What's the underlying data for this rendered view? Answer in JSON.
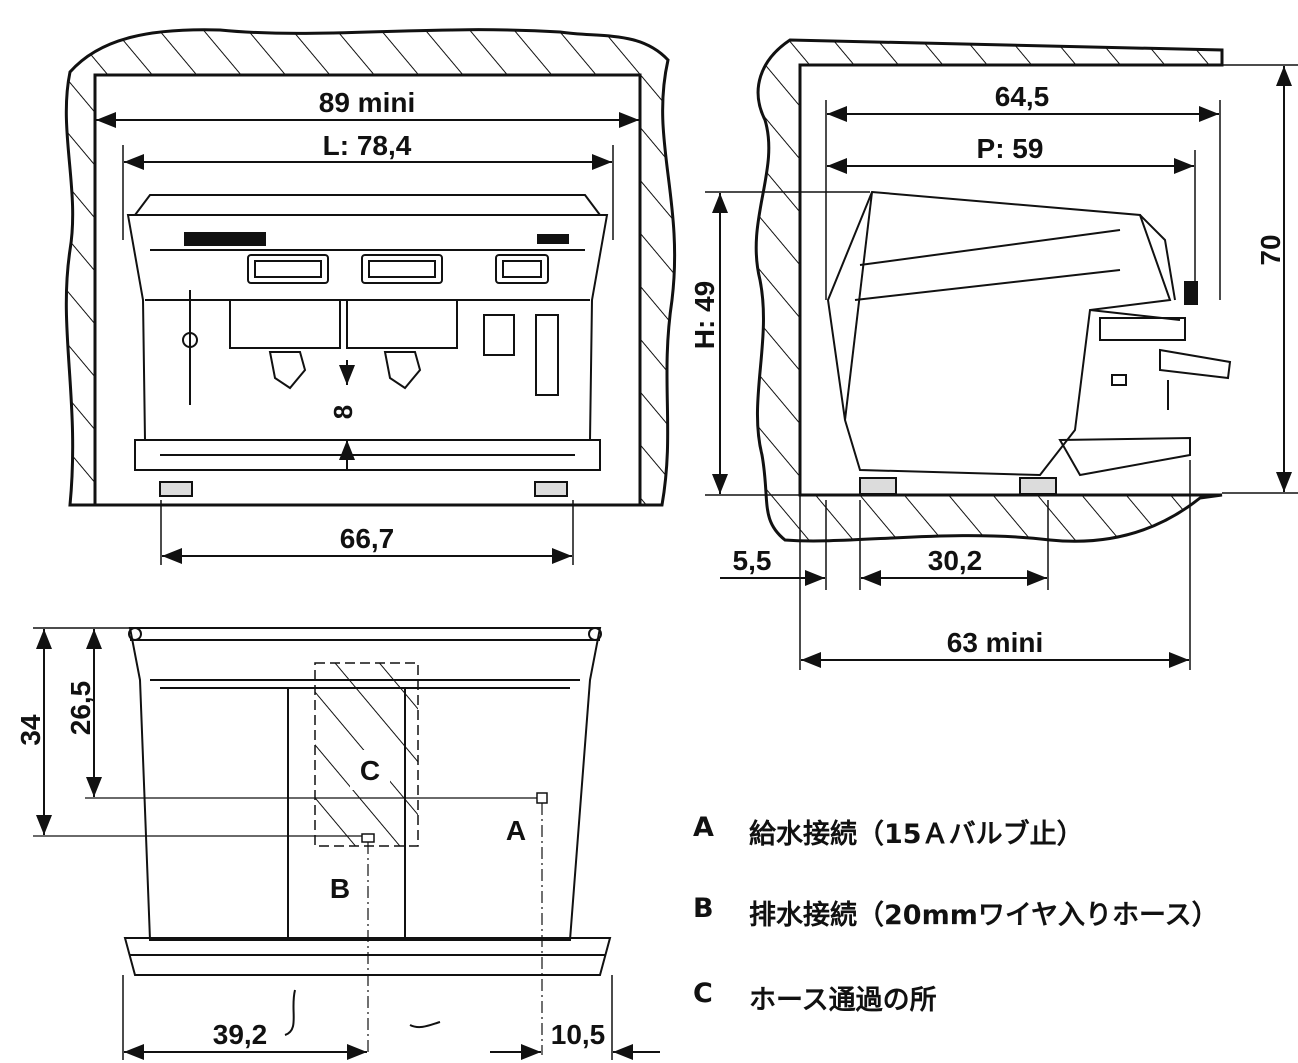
{
  "front_view": {
    "width_min": "89 mini",
    "length": "L: 78,4",
    "feet_span": "66,7",
    "cup_clearance": "8"
  },
  "side_view": {
    "depth_total": "64,5",
    "depth": "P: 59",
    "height": "H: 49",
    "height_total": "70",
    "offset": "5,5",
    "feet_depth": "30,2",
    "depth_min": "63 mini"
  },
  "top_view": {
    "dim_34": "34",
    "dim_26_5": "26,5",
    "dim_39_2": "39,2",
    "dim_10_5": "10,5",
    "label_a": "A",
    "label_b": "B",
    "label_c": "C"
  },
  "legend": [
    {
      "key": "A",
      "text": "給水接続（15Ａバルブ止）"
    },
    {
      "key": "B",
      "text": "排水接続（20mmワイヤ入りホース）"
    },
    {
      "key": "C",
      "text": "ホース通過の所"
    }
  ]
}
